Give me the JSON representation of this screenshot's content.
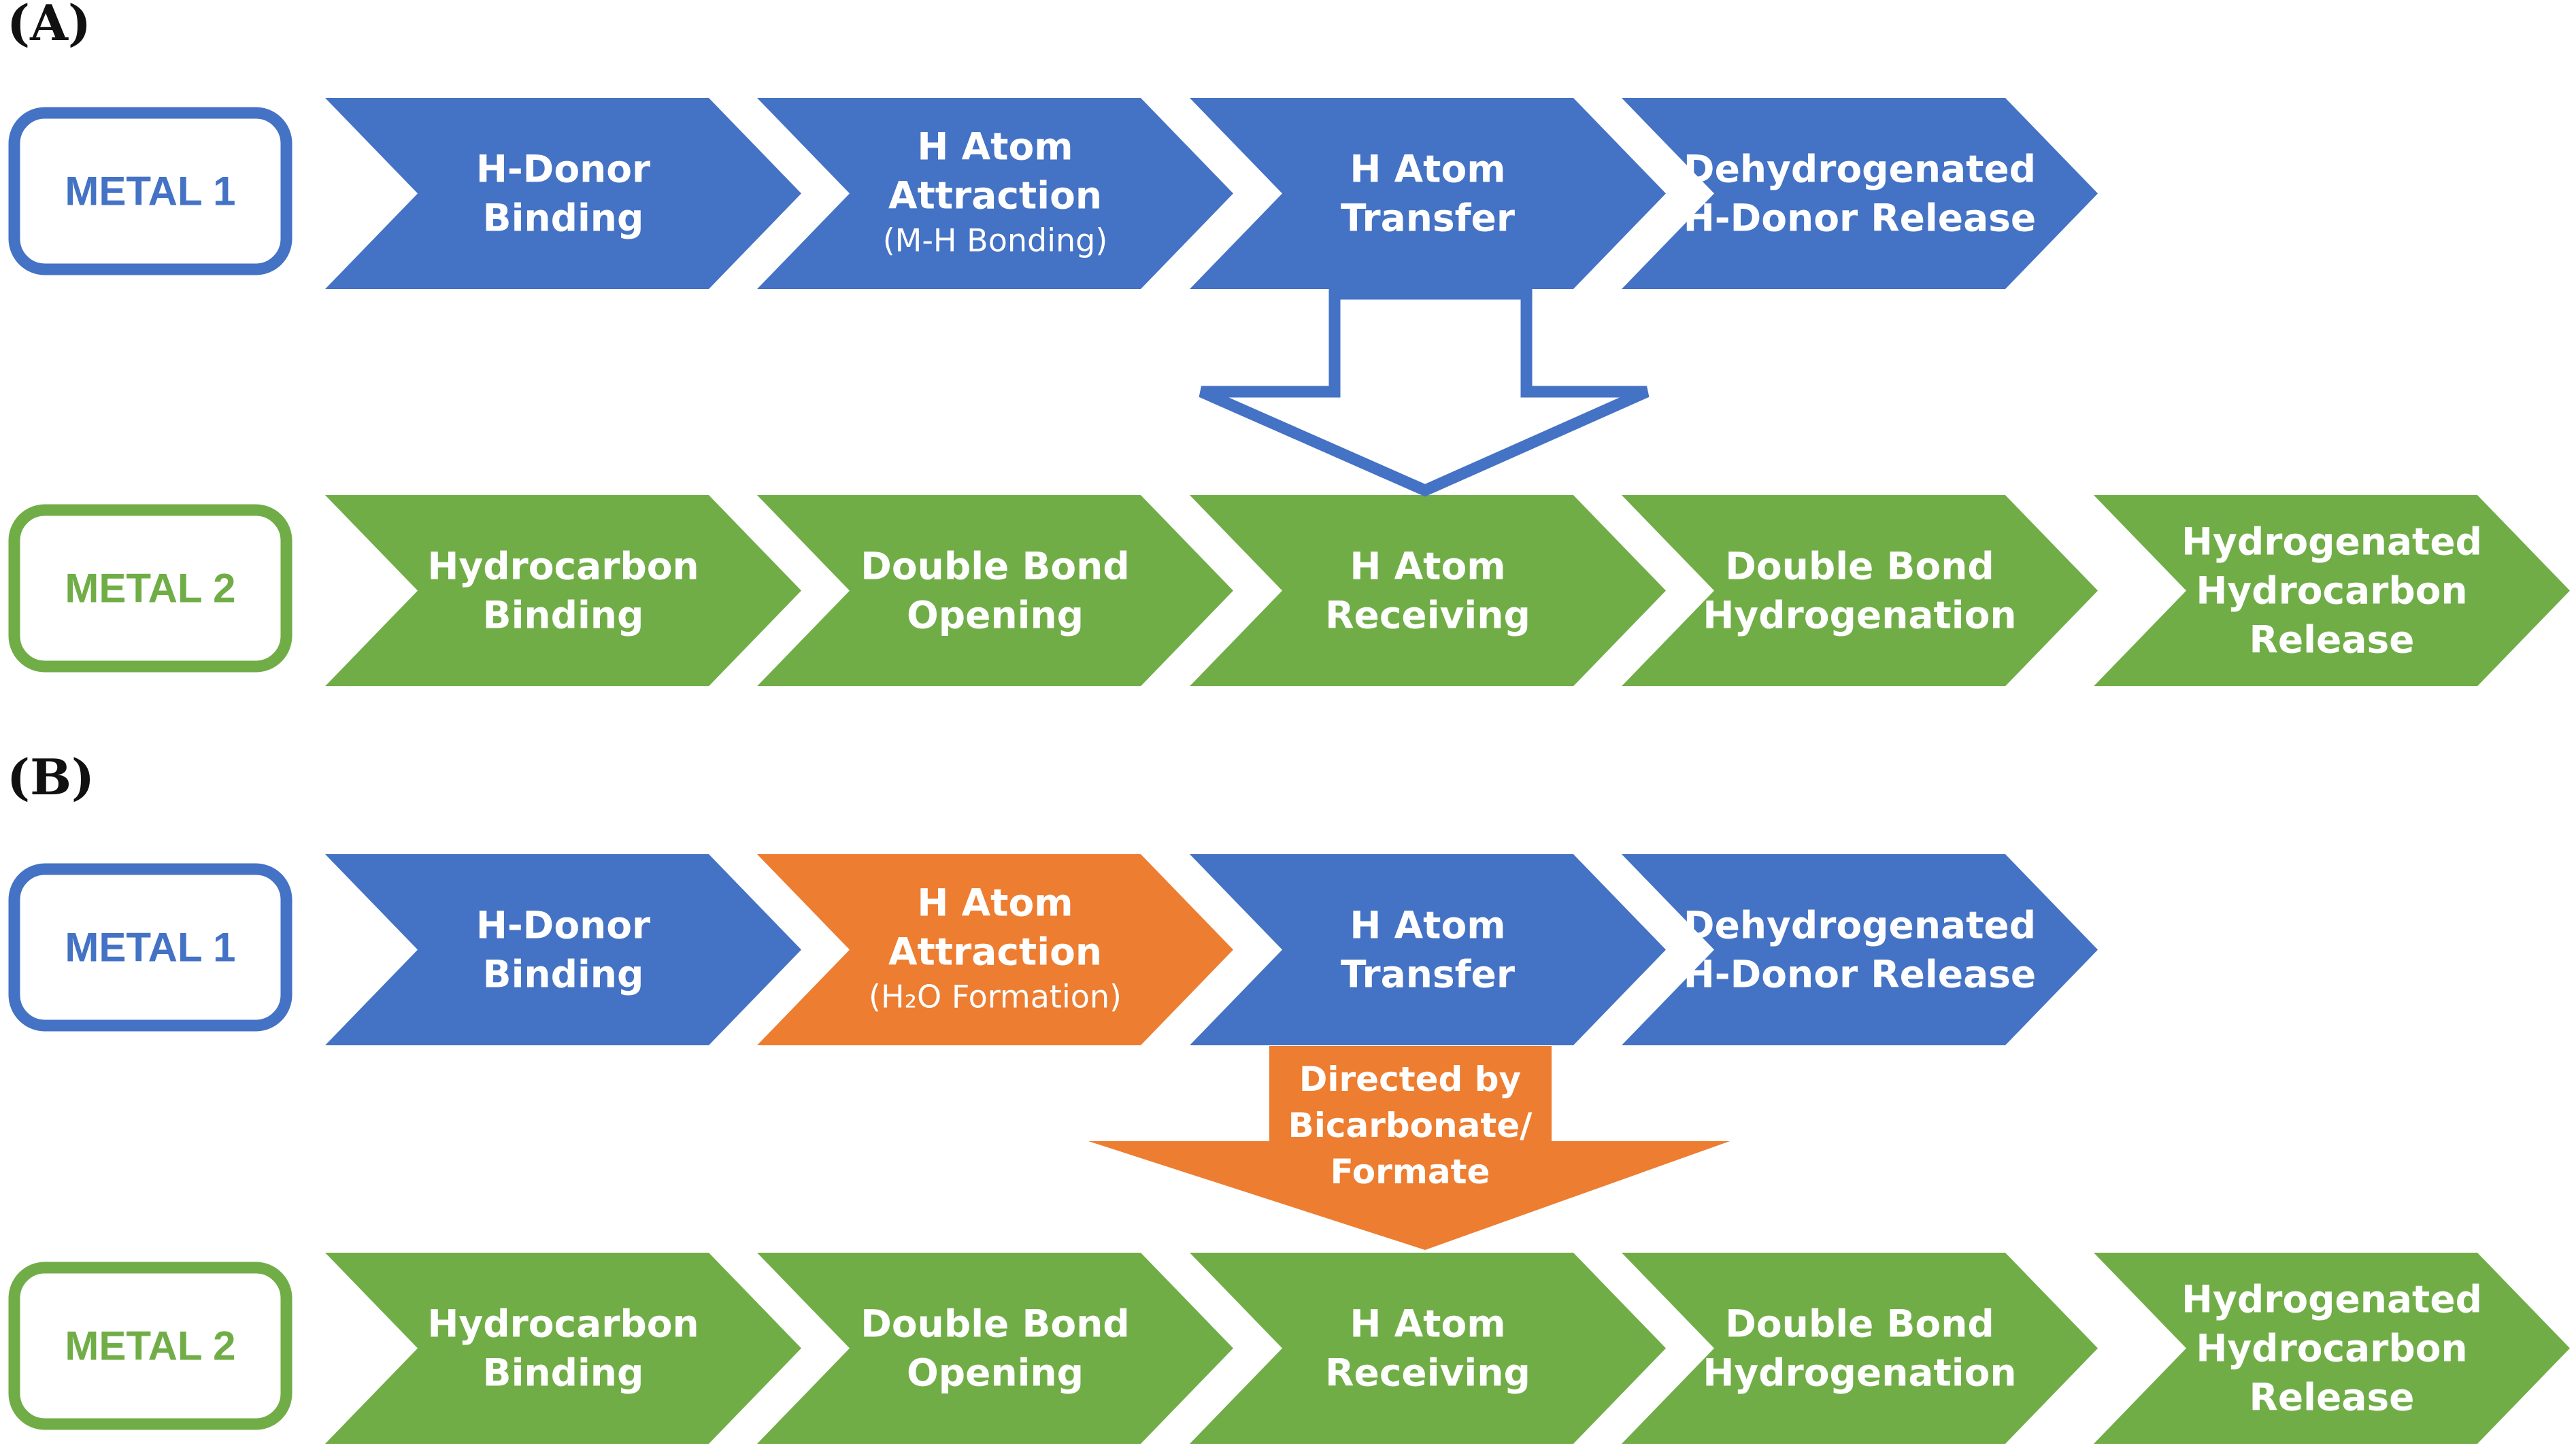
{
  "colors": {
    "blue": "#4472C4",
    "green": "#70AD47",
    "orange": "#ED7D31",
    "white": "#FFFFFF",
    "label": "#111111"
  },
  "panels": [
    {
      "label": "(A)",
      "rows": [
        {
          "metal_label": "METAL 1",
          "color": "blue",
          "steps": [
            {
              "lines": [
                "H-Donor",
                "Binding"
              ],
              "color": "blue"
            },
            {
              "lines": [
                "H Atom",
                "Attraction"
              ],
              "sub": "(M-H Bonding)",
              "color": "blue"
            },
            {
              "lines": [
                "H Atom",
                "Transfer"
              ],
              "color": "blue"
            },
            {
              "lines": [
                "Dehydrogenated",
                "H-Donor Release"
              ],
              "color": "blue"
            }
          ]
        },
        {
          "metal_label": "METAL 2",
          "color": "green",
          "steps": [
            {
              "lines": [
                "Hydrocarbon",
                "Binding"
              ],
              "color": "green"
            },
            {
              "lines": [
                "Double Bond",
                "Opening"
              ],
              "color": "green"
            },
            {
              "lines": [
                "H Atom",
                "Receiving"
              ],
              "color": "green"
            },
            {
              "lines": [
                "Double Bond",
                "Hydrogenation"
              ],
              "color": "green"
            },
            {
              "lines": [
                "Hydrogenated",
                "Hydrocarbon",
                "Release"
              ],
              "color": "green"
            }
          ]
        }
      ],
      "connector": {
        "style": "outline",
        "color": "blue",
        "lines": []
      }
    },
    {
      "label": "(B)",
      "rows": [
        {
          "metal_label": "METAL 1",
          "color": "blue",
          "steps": [
            {
              "lines": [
                "H-Donor",
                "Binding"
              ],
              "color": "blue"
            },
            {
              "lines": [
                "H Atom",
                "Attraction"
              ],
              "sub": "(H₂O Formation)",
              "color": "orange"
            },
            {
              "lines": [
                "H Atom",
                "Transfer"
              ],
              "color": "blue"
            },
            {
              "lines": [
                "Dehydrogenated",
                "H-Donor Release"
              ],
              "color": "blue"
            }
          ]
        },
        {
          "metal_label": "METAL 2",
          "color": "green",
          "steps": [
            {
              "lines": [
                "Hydrocarbon",
                "Binding"
              ],
              "color": "green"
            },
            {
              "lines": [
                "Double Bond",
                "Opening"
              ],
              "color": "green"
            },
            {
              "lines": [
                "H Atom",
                "Receiving"
              ],
              "color": "green"
            },
            {
              "lines": [
                "Double Bond",
                "Hydrogenation"
              ],
              "color": "green"
            },
            {
              "lines": [
                "Hydrogenated",
                "Hydrocarbon",
                "Release"
              ],
              "color": "green"
            }
          ]
        }
      ],
      "connector": {
        "style": "filled",
        "color": "orange",
        "lines": [
          "Directed by",
          "Bicarbonate/",
          "Formate"
        ]
      }
    }
  ]
}
